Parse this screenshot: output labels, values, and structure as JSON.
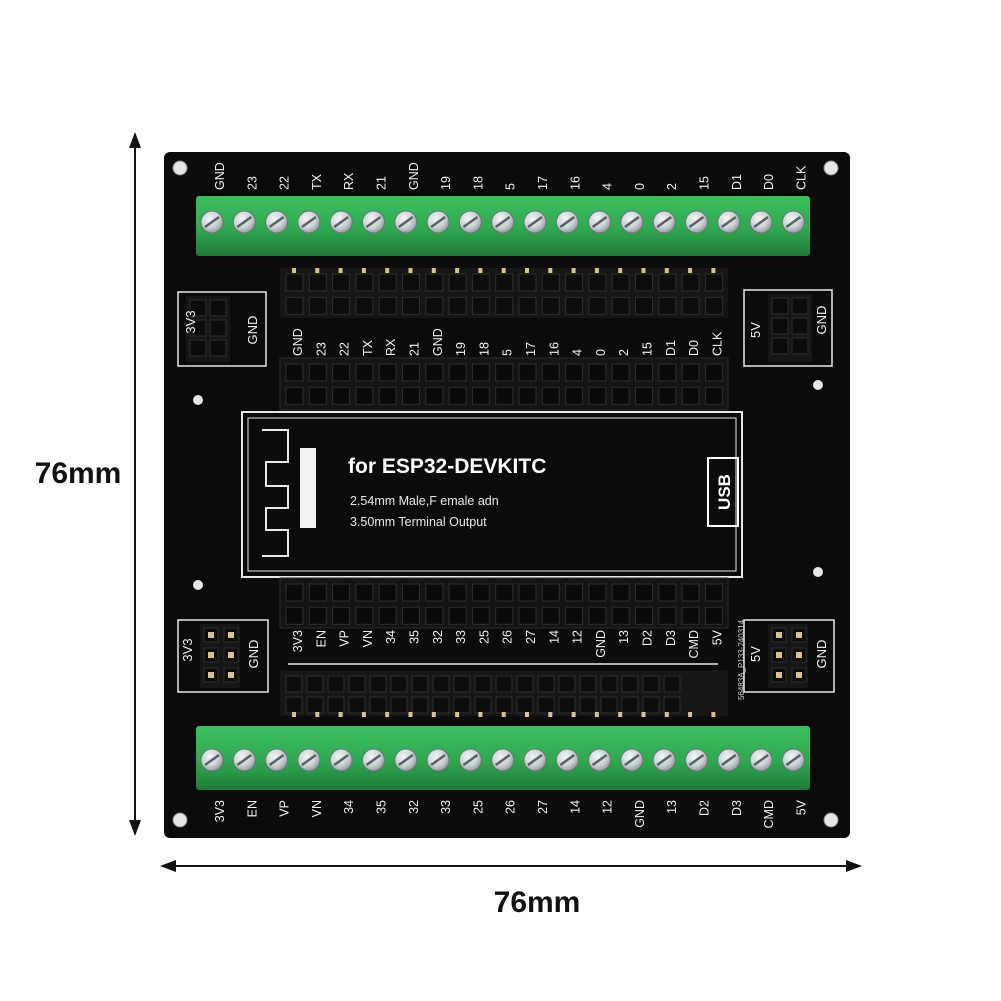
{
  "dimensions": {
    "height_label": "76mm",
    "width_label": "76mm"
  },
  "board": {
    "title": "for ESP32-DEVKITC",
    "subtitle_line1": "2.54mm Male,F emale adn",
    "subtitle_line2": "3.50mm Terminal Output",
    "usb_label": "USB",
    "part_number": "56483A_P133-240314",
    "top_pins": [
      "GND",
      "23",
      "22",
      "TX",
      "RX",
      "21",
      "GND",
      "19",
      "18",
      "5",
      "17",
      "16",
      "4",
      "0",
      "2",
      "15",
      "D1",
      "D0",
      "CLK"
    ],
    "bottom_pins": [
      "3V3",
      "EN",
      "VP",
      "VN",
      "34",
      "35",
      "32",
      "33",
      "25",
      "26",
      "27",
      "14",
      "12",
      "GND",
      "13",
      "D2",
      "D3",
      "CMD",
      "5V"
    ],
    "power_left_top": [
      "3V3",
      "GND"
    ],
    "power_right_top": [
      "5V",
      "GND"
    ],
    "power_left_bottom": [
      "3V3",
      "GND"
    ],
    "power_right_bottom": [
      "5V",
      "GND"
    ]
  },
  "colors": {
    "pcb": "#0b0b0b",
    "terminal_green": "#2fa84f",
    "terminal_dark": "#1f7a38",
    "screw_metal": "#c9d0d4",
    "header_black": "#161616",
    "silkscreen": "#f2f2f2"
  }
}
